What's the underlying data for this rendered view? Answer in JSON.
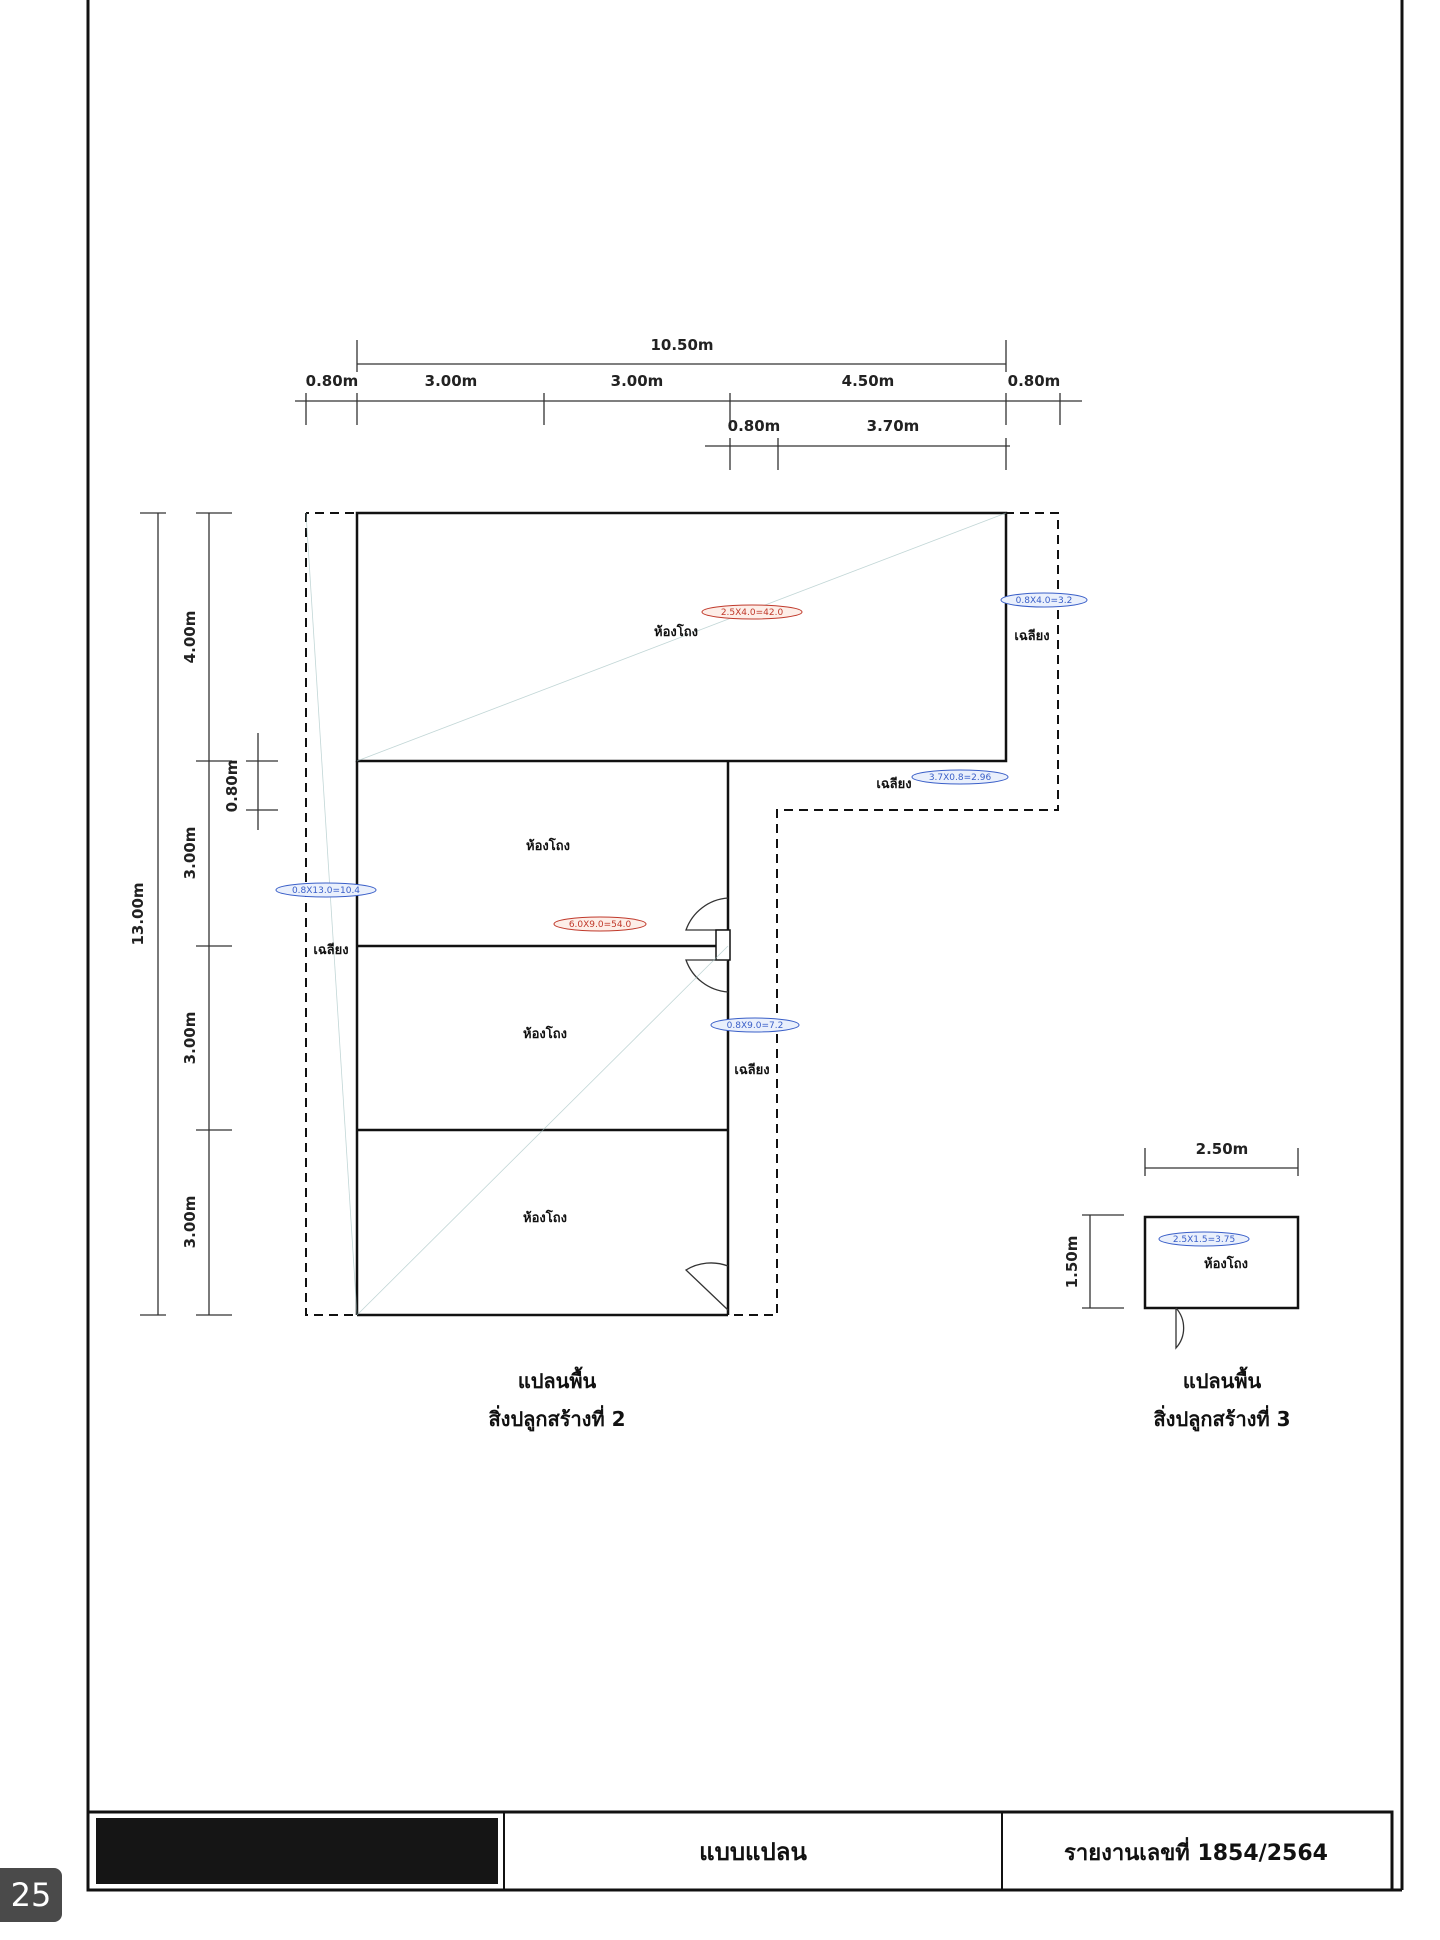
{
  "page_number": "25",
  "dimensions": {
    "overall_width": "10.50m",
    "eave_left": "0.80m",
    "bay_1": "3.00m",
    "bay_2": "3.00m",
    "bay_3": "4.50m",
    "eave_right": "0.80m",
    "lower_eave": "0.80m",
    "lower_bay": "3.70m",
    "overall_depth": "13.00m",
    "row_1": "4.00m",
    "row_2": "3.00m",
    "row_3": "3.00m",
    "row_4": "3.00m",
    "step_eave": "0.80m"
  },
  "rooms": {
    "room_label": "ห้องโถง",
    "porch_label": "เฉลียง"
  },
  "area_tags": {
    "top_room": "2.5X4.0=42.0",
    "right_porch": "0.8X4.0=3.2",
    "step_porch": "3.7X0.8=2.96",
    "left_porch": "0.8X13.0=10.4",
    "middle_rooms": "6.0X9.0=54.0",
    "center_porch": "0.8X9.0=7.2",
    "small_room": "2.5X1.5=3.75"
  },
  "small_building": {
    "width": "2.50m",
    "depth": "1.50m"
  },
  "captions": {
    "plan2_line1": "แปลนพื้น",
    "plan2_line2": "สิ่งปลูกสร้างที่ 2",
    "plan3_line1": "แปลนพื้น",
    "plan3_line2": "สิ่งปลูกสร้างที่ 3"
  },
  "title_block": {
    "drawing_title": "แบบแปลน",
    "report_number": "รายงานเลขที่ 1854/2564"
  },
  "colors": {
    "ink": "#111111",
    "tag_blue": "#3a5fc8",
    "tag_red": "#c0392b",
    "title_block_fill": "#151515"
  }
}
